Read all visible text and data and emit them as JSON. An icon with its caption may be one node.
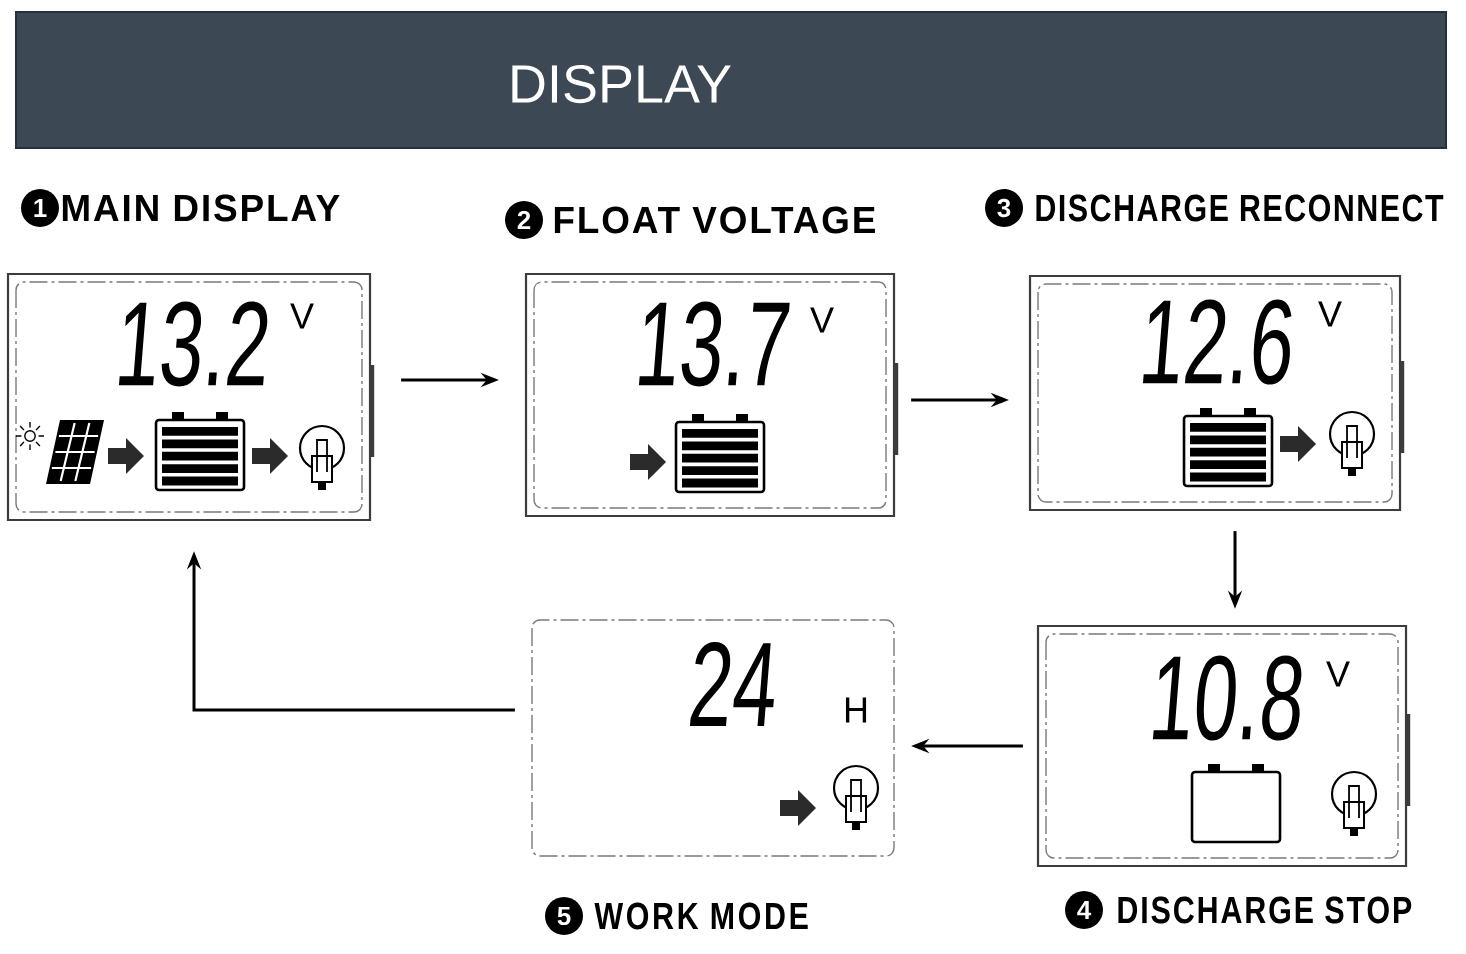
{
  "diagram": {
    "title": "DISPLAY",
    "nodes": [
      {
        "text": [
          "1",
          "MAIN DISPLAY",
          "13.2",
          "V"
        ]
      },
      {
        "text": [
          "2",
          "FLOAT VOLTAGE",
          "13.7",
          "V"
        ]
      },
      {
        "text": [
          "3",
          "DISCHARGE RECONNECT",
          "12.6",
          "V"
        ]
      },
      {
        "text": [
          "4",
          "DISCHARGE STOP",
          "10.8",
          "V"
        ]
      },
      {
        "text": [
          "5",
          "WORK MODE",
          "24",
          "H"
        ]
      }
    ],
    "edges": [
      {
        "from": 0,
        "to": 1,
        "arrow": "to"
      },
      {
        "from": 1,
        "to": 2,
        "arrow": "to"
      },
      {
        "from": 2,
        "to": 3,
        "arrow": "to"
      },
      {
        "from": 3,
        "to": 4,
        "arrow": "to"
      },
      {
        "from": 4,
        "to": 0,
        "arrow": "to"
      }
    ]
  }
}
